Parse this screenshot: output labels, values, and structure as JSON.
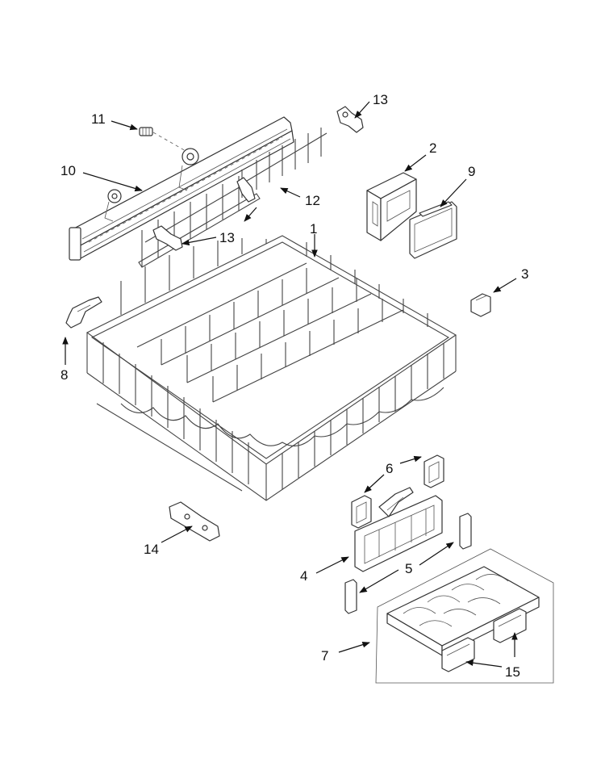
{
  "callouts": [
    {
      "label": "1"
    },
    {
      "label": "2"
    },
    {
      "label": "3"
    },
    {
      "label": "4"
    },
    {
      "label": "5"
    },
    {
      "label": "6"
    },
    {
      "label": "7"
    },
    {
      "label": "8"
    },
    {
      "label": "9"
    },
    {
      "label": "10"
    },
    {
      "label": "11"
    },
    {
      "label": "12"
    },
    {
      "label": "13"
    },
    {
      "label": "13"
    },
    {
      "label": "14"
    },
    {
      "label": "15"
    }
  ]
}
